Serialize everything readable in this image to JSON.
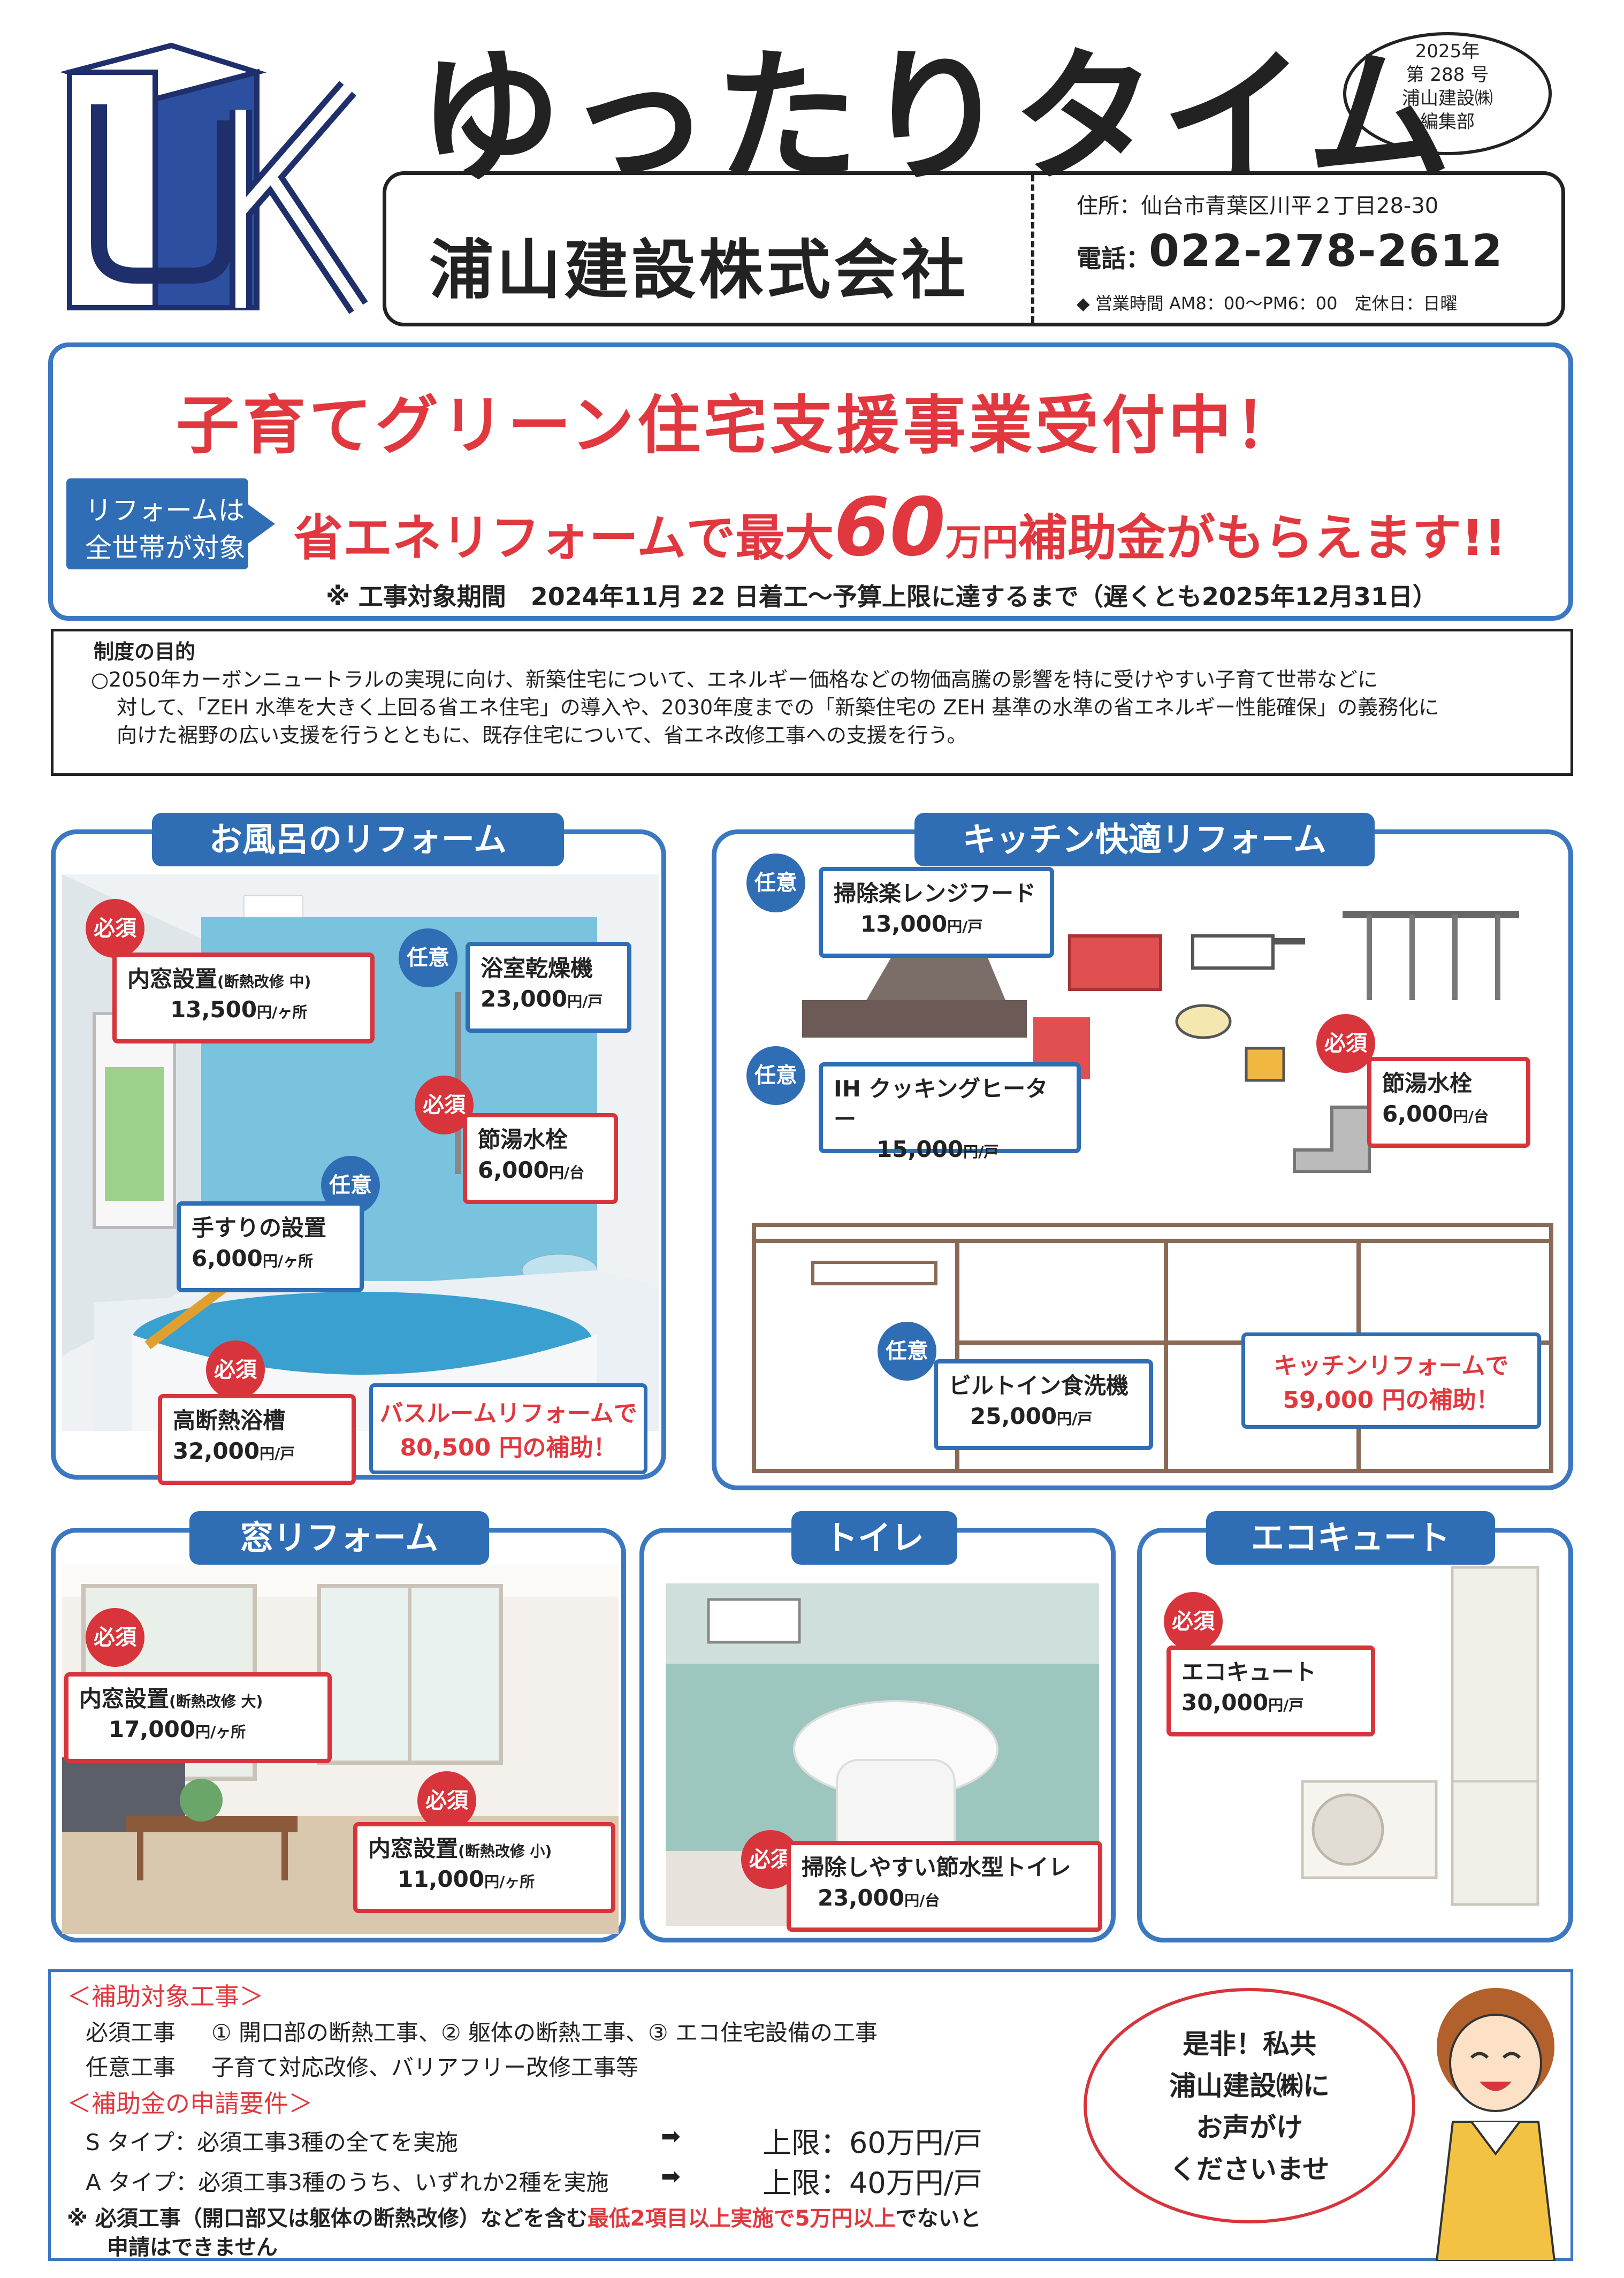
{
  "header": {
    "logo_text": "UK",
    "title": "ゆったりタイム",
    "issue": {
      "year": "2025年",
      "number": "第 288 号",
      "company": "浦山建設㈱",
      "dept": "編集部"
    },
    "company_name": "浦山建設株式会社",
    "address": "住所：仙台市青葉区川平２丁目28-30",
    "tel_label": "電話：",
    "tel": "022-278-2612",
    "hours": "◆ 営業時間 AM8：00〜PM6：00　定休日：日曜"
  },
  "banner": {
    "headline": "子育てグリーン住宅支援事業受付中！",
    "tag": [
      "リフォームは",
      "全世帯が対象"
    ],
    "sub_pre": "省エネリフォームで最大",
    "sub_num": "60",
    "sub_unit": "万円",
    "sub_post": "補助金がもらえます!!",
    "period": "※ 工事対象期間　2024年11月 22 日着工〜予算上限に達するまで（遅くとも2025年12月31日）"
  },
  "purpose": {
    "title": "制度の目的",
    "lines": [
      "○2050年カーボンニュートラルの実現に向け、新築住宅について、エネルギー価格などの物価高騰の影響を特に受けやすい子育て世帯などに",
      "対して、「ZEH 水準を大きく上回る省エネ住宅」の導入や、2030年度までの「新築住宅の ZEH 基準の水準の省エネルギー性能確保」の義務化に",
      "向けた裾野の広い支援を行うとともに、既存住宅について、省エネ改修工事への支援を行う。"
    ]
  },
  "bath": {
    "title": "お風呂のリフォーム",
    "items": [
      {
        "badge": "必須",
        "name": "内窓設置",
        "note": "(断熱改修 中)",
        "price": "13,500",
        "unit": "円/ヶ所"
      },
      {
        "badge": "任意",
        "name": "浴室乾燥機",
        "note": "",
        "price": "23,000",
        "unit": "円/戸"
      },
      {
        "badge": "必須",
        "name": "節湯水栓",
        "note": "",
        "price": "6,000",
        "unit": "円/台"
      },
      {
        "badge": "任意",
        "name": "手すりの設置",
        "note": "",
        "price": "6,000",
        "unit": "円/ヶ所"
      },
      {
        "badge": "必須",
        "name": "高断熱浴槽",
        "note": "",
        "price": "32,000",
        "unit": "円/戸"
      }
    ],
    "total": [
      "バスルームリフォームで",
      "80,500 円の補助！"
    ]
  },
  "kitchen": {
    "title": "キッチン快適リフォーム",
    "items": [
      {
        "badge": "任意",
        "name": "掃除楽レンジフード",
        "price": "13,000",
        "unit": "円/戸"
      },
      {
        "badge": "必須",
        "name": "節湯水栓",
        "price": "6,000",
        "unit": "円/台"
      },
      {
        "badge": "任意",
        "name": "IH クッキングヒーター",
        "price": "15,000",
        "unit": "円/戸"
      },
      {
        "badge": "任意",
        "name": "ビルトイン食洗機",
        "price": "25,000",
        "unit": "円/戸"
      }
    ],
    "total": [
      "キッチンリフォームで",
      "59,000 円の補助！"
    ]
  },
  "window": {
    "title": "窓リフォーム",
    "items": [
      {
        "badge": "必須",
        "name": "内窓設置",
        "note": "(断熱改修 大)",
        "price": "17,000",
        "unit": "円/ヶ所"
      },
      {
        "badge": "必須",
        "name": "内窓設置",
        "note": "(断熱改修 小)",
        "price": "11,000",
        "unit": "円/ヶ所"
      }
    ]
  },
  "toilet": {
    "title": "トイレ",
    "item": {
      "badge": "必須",
      "name": "掃除しやすい節水型トイレ",
      "price": "23,000",
      "unit": "円/台"
    }
  },
  "eco": {
    "title": "エコキュート",
    "item": {
      "badge": "必須",
      "name": "エコキュート",
      "price": "30,000",
      "unit": "円/戸"
    }
  },
  "footer": {
    "h1": "＜補助対象工事＞",
    "req_label": "必須工事",
    "req_text": "① 開口部の断熱工事、② 躯体の断熱工事、③ エコ住宅設備の工事",
    "opt_label": "任意工事",
    "opt_text": "子育て対応改修、バリアフリー改修工事等",
    "h2": "＜補助金の申請要件＞",
    "s_type": "S タイプ：必須工事3種の全てを実施",
    "s_limit": "上限：60万円/戸",
    "a_type": "A タイプ：必須工事3種のうち、いずれか2種を実施",
    "a_limit": "上限：40万円/戸",
    "arrow": "➡",
    "note_pre": "※  必須工事（開口部又は躯体の断熱改修）などを含む",
    "note_red": "最低2項目以上実施で5万円以上",
    "note_post": "でないと",
    "note_line2": "申請はできません",
    "bubble": [
      "是非！私共",
      "浦山建設㈱に",
      "お声がけ",
      "くださいませ"
    ]
  }
}
